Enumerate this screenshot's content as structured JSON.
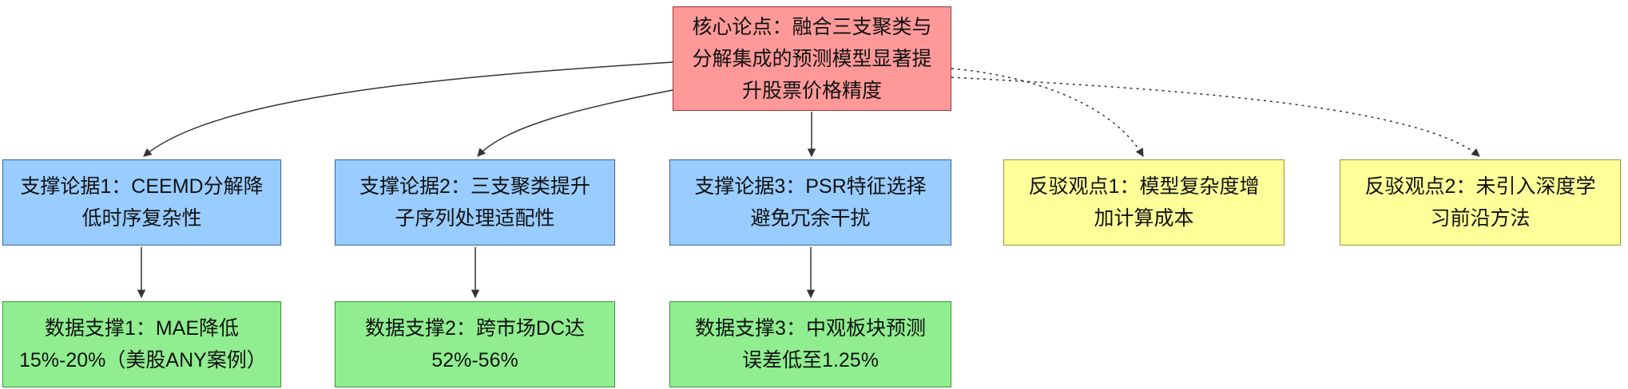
{
  "diagram": {
    "type": "argument-map-flowchart",
    "nodes": {
      "core": {
        "id": "core",
        "role": "core-claim",
        "label": "核心论点：融合三支聚类与分解集成的预测模型显著提升股票价格精度",
        "fill": "#ff9999",
        "stroke": "#993333"
      },
      "support1": {
        "id": "support1",
        "role": "supporting-argument",
        "label": "支撑论据1：CEEMD分解降低时序复杂性",
        "fill": "#99ccff",
        "stroke": "#336699"
      },
      "support2": {
        "id": "support2",
        "role": "supporting-argument",
        "label": "支撑论据2：三支聚类提升子序列处理适配性",
        "fill": "#99ccff",
        "stroke": "#336699"
      },
      "support3": {
        "id": "support3",
        "role": "supporting-argument",
        "label": "支撑论据3：PSR特征选择避免冗余干扰",
        "fill": "#99ccff",
        "stroke": "#336699"
      },
      "counter1": {
        "id": "counter1",
        "role": "counter-argument",
        "label": "反驳观点1：模型复杂度增加计算成本",
        "fill": "#ffff99",
        "stroke": "#999933"
      },
      "counter2": {
        "id": "counter2",
        "role": "counter-argument",
        "label": "反驳观点2：未引入深度学习前沿方法",
        "fill": "#ffff99",
        "stroke": "#999933"
      },
      "evidence1": {
        "id": "evidence1",
        "role": "data-evidence",
        "label": "数据支撑1：MAE降低15%-20%（美股ANY案例）",
        "fill": "#90ee90",
        "stroke": "#339933"
      },
      "evidence2": {
        "id": "evidence2",
        "role": "data-evidence",
        "label": "数据支撑2：跨市场DC达52%-56%",
        "fill": "#90ee90",
        "stroke": "#339933"
      },
      "evidence3": {
        "id": "evidence3",
        "role": "data-evidence",
        "label": "数据支撑3：中观板块预测误差低至1.25%",
        "fill": "#90ee90",
        "stroke": "#339933"
      }
    },
    "edges": [
      {
        "from": "core",
        "to": "support1",
        "style": "solid"
      },
      {
        "from": "core",
        "to": "support2",
        "style": "solid"
      },
      {
        "from": "core",
        "to": "support3",
        "style": "solid"
      },
      {
        "from": "core",
        "to": "counter1",
        "style": "dotted"
      },
      {
        "from": "core",
        "to": "counter2",
        "style": "dotted"
      },
      {
        "from": "support1",
        "to": "evidence1",
        "style": "solid"
      },
      {
        "from": "support2",
        "to": "evidence2",
        "style": "solid"
      },
      {
        "from": "support3",
        "to": "evidence3",
        "style": "solid"
      }
    ],
    "colors": {
      "core_fill": "#ff9999",
      "support_fill": "#99ccff",
      "counter_fill": "#ffff99",
      "evidence_fill": "#90ee90",
      "edge_color": "#333333",
      "background": "#ffffff",
      "text": "#111111"
    }
  }
}
